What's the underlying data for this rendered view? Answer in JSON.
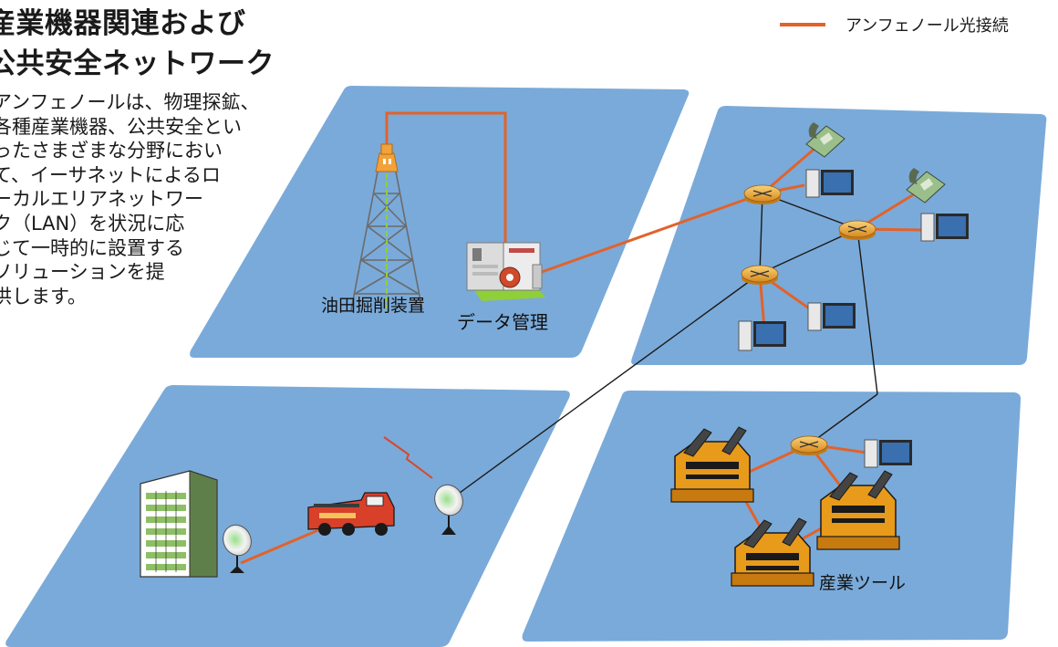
{
  "title": {
    "line1": "産業機器関連および",
    "line2": "公共安全ネットワーク"
  },
  "description": {
    "lines": [
      "アンフェノールは、物理探鉱、",
      "各種産業機器、公共安全とい",
      "ったさまざまな分野におい",
      "て、イーサネットによるロ",
      "ーカルエリアネットワー",
      "ク（LAN）を状況に応",
      "じて一時的に設置する",
      "ソリューションを提",
      "供します。"
    ]
  },
  "legend": {
    "label": "アンフェノール光接続",
    "color": "#e2622a"
  },
  "labels": {
    "oil_rig": "油田掘削装置",
    "data_mgmt": "データ管理",
    "industrial_tools": "産業ツール"
  },
  "colors": {
    "panel": "#7aaad9",
    "fiber": "#e2622a",
    "copper_link": "#1a1a1a",
    "router": "#e8a13b",
    "machine": "#e89a1a"
  }
}
